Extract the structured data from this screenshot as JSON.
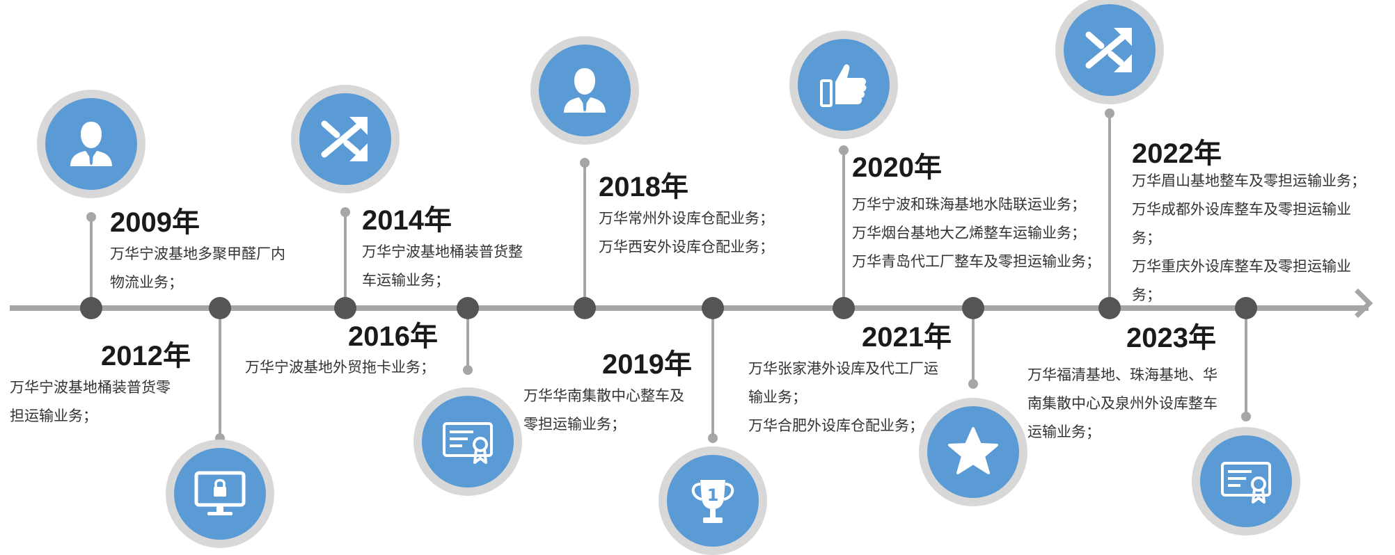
{
  "milestones": [
    {
      "year": "2009年",
      "lines": [
        "万华宁波基地多聚甲醛厂内",
        "物流业务；"
      ],
      "icon": "businessman-icon"
    },
    {
      "year": "2012年",
      "lines": [
        "万华宁波基地桶装普货零",
        "担运输业务；"
      ],
      "icon": "locked-monitor-icon"
    },
    {
      "year": "2014年",
      "lines": [
        "万华宁波基地桶装普货整",
        "车运输业务；"
      ],
      "icon": "shuffle-arrows-icon"
    },
    {
      "year": "2016年",
      "lines": [
        "万华宁波基地外贸拖卡业务；"
      ],
      "icon": "certificate-icon"
    },
    {
      "year": "2018年",
      "lines": [
        "万华常州外设库仓配业务；",
        "万华西安外设库仓配业务；"
      ],
      "icon": "businessman-icon"
    },
    {
      "year": "2019年",
      "lines": [
        "万华华南集散中心整车及",
        "零担运输业务；"
      ],
      "icon": "trophy-icon"
    },
    {
      "year": "2020年",
      "lines": [
        "万华宁波和珠海基地水陆联运业务；",
        "万华烟台基地大乙烯整车运输业务；",
        "万华青岛代工厂整车及零担运输业务；"
      ],
      "icon": "thumbs-up-icon"
    },
    {
      "year": "2021年",
      "lines": [
        "万华张家港外设库及代工厂运",
        "输业务；",
        "万华合肥外设库仓配业务；"
      ],
      "icon": "star-icon"
    },
    {
      "year": "2022年",
      "lines": [
        "万华眉山基地整车及零担运输业务；",
        "万华成都外设库整车及零担运输业",
        "务；",
        "万华重庆外设库整车及零担运输业",
        "务；"
      ],
      "icon": "shuffle-arrows-icon"
    },
    {
      "year": "2023年",
      "lines": [
        "万华福清基地、珠海基地、华",
        "南集散中心及泉州外设库整车",
        "运输业务；"
      ],
      "icon": "certificate-icon"
    }
  ],
  "colors": {
    "badge_fill": "#5b9bd5",
    "badge_ring": "#d8d8d8",
    "axis": "#a6a6a6",
    "node": "#555555"
  }
}
